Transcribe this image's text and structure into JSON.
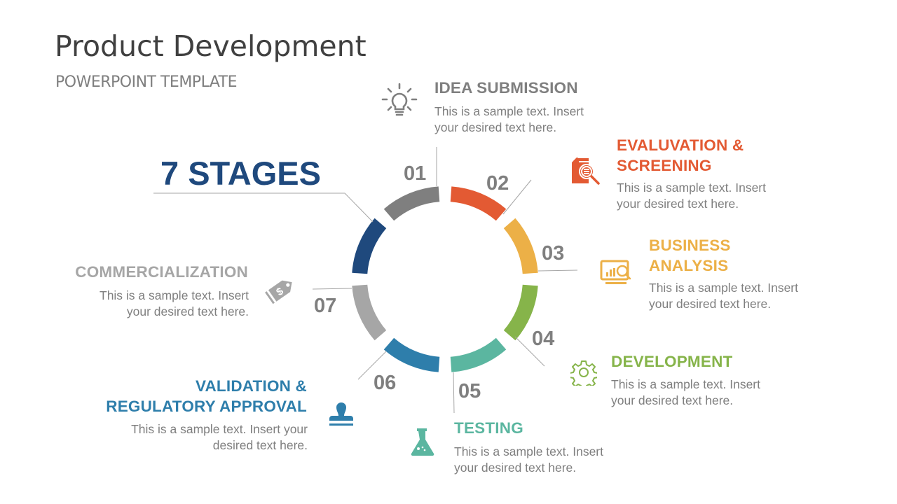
{
  "slide": {
    "title": "Product Development",
    "subtitle": "POWERPOINT TEMPLATE",
    "headline": "7 STAGES"
  },
  "colors": {
    "stage_01": "#7f7f7f",
    "stage_02": "#e35a33",
    "stage_03": "#ecb047",
    "stage_04": "#86b44a",
    "stage_05": "#5bb6a0",
    "stage_06": "#2e7eab",
    "stage_07": "#a6a6a6",
    "headline": "#1f497d",
    "body_text": "#7f7f7f"
  },
  "stages": [
    {
      "number": "01",
      "title": "IDEA SUBMISSION",
      "description_line1": "This is a sample text. Insert",
      "description_line2": "your desired text here.",
      "icon": "lightbulb-icon",
      "color": "#7f7f7f"
    },
    {
      "number": "02",
      "title_line1": "EVALUVATION &",
      "title_line2": "SCREENING",
      "description_line1": "This is a sample text. Insert",
      "description_line2": "your desired text here.",
      "icon": "document-search-icon",
      "color": "#e35a33"
    },
    {
      "number": "03",
      "title_line1": "BUSINESS",
      "title_line2": "ANALYSIS",
      "description_line1": "This is a sample text. Insert",
      "description_line2": "your desired text here.",
      "icon": "monitor-analytics-icon",
      "color": "#ecb047"
    },
    {
      "number": "04",
      "title": "DEVELOPMENT",
      "description_line1": "This is a sample text. Insert",
      "description_line2": "your desired text here.",
      "icon": "gear-icon",
      "color": "#86b44a"
    },
    {
      "number": "05",
      "title": "TESTING",
      "description_line1": "This is a sample text. Insert",
      "description_line2": "your desired text here.",
      "icon": "flask-icon",
      "color": "#5bb6a0"
    },
    {
      "number": "06",
      "title_line1": "VALIDATION &",
      "title_line2": "REGULATORY APPROVAL",
      "description_line1": "This is a sample text. Insert your",
      "description_line2": "desired text here.",
      "icon": "stamp-icon",
      "color": "#2e7eab"
    },
    {
      "number": "07",
      "title": "COMMERCIALIZATION",
      "description_line1": "This is a sample text. Insert",
      "description_line2": "your desired text here.",
      "icon": "price-tag-icon",
      "color": "#a6a6a6"
    }
  ]
}
